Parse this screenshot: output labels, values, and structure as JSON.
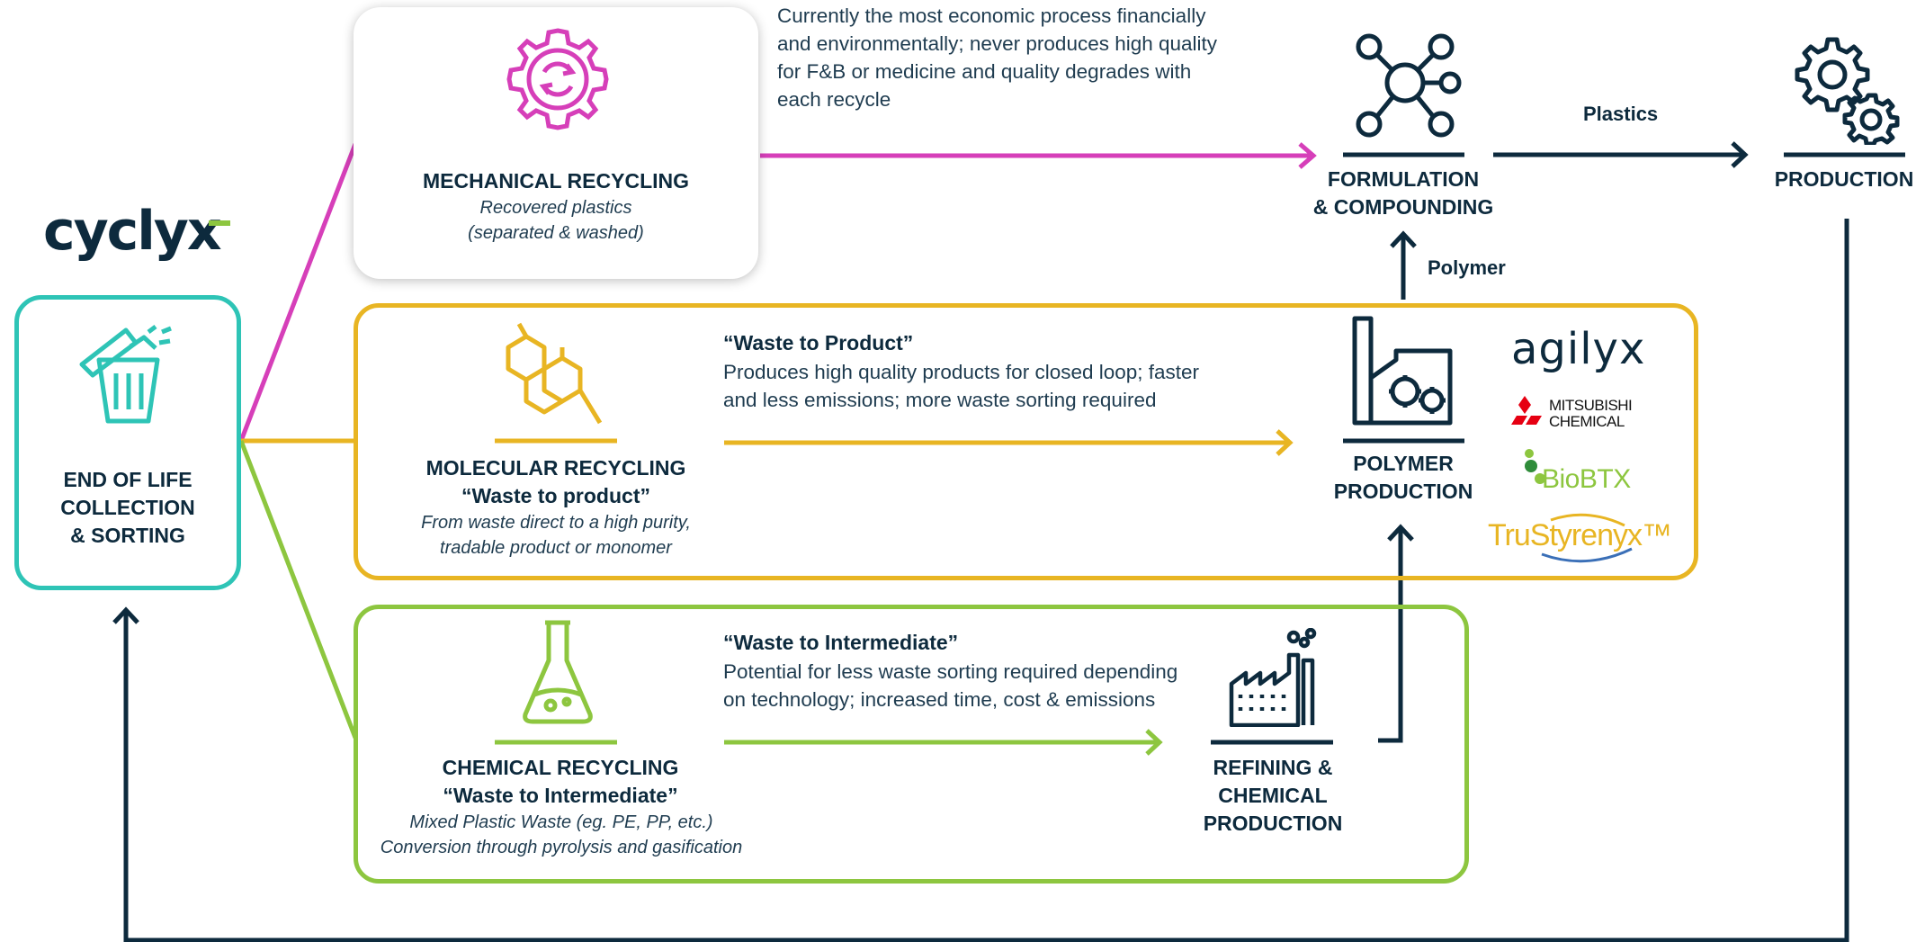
{
  "brand": {
    "name": "cyclyx"
  },
  "collection": {
    "title": "END OF LIFE\nCOLLECTION\n& SORTING",
    "icon": "recycle-bin-icon"
  },
  "mechanical": {
    "title": "MECHANICAL RECYCLING",
    "subtitle": "Recovered plastics\n(separated & washed)",
    "note": "Currently the most economic process financially\nand environmentally; never produces high quality\nfor F&B or medicine and quality degrades with\neach recycle",
    "icon": "gear-recycle-icon",
    "color": "#d63fb9"
  },
  "molecular": {
    "title": "MOLECULAR RECYCLING",
    "title2": "“Waste to product”",
    "subtitle": "From waste direct to a high purity,\ntradable product or monomer",
    "note_heading": "“Waste to Product”",
    "note": "Produces high quality products for closed loop; faster\nand less emissions; more waste sorting required",
    "icon": "molecule-icon",
    "color": "#e8b523"
  },
  "chemical": {
    "title": "CHEMICAL RECYCLING",
    "title2": "“Waste to Intermediate”",
    "subtitle": "Mixed Plastic Waste (eg. PE, PP, etc.)\nConversion through pyrolysis and gasification",
    "note_heading": "“Waste to Intermediate”",
    "note": "Potential for less waste sorting required depending\non technology; increased time, cost & emissions",
    "icon": "flask-icon",
    "color": "#8dc63f"
  },
  "formulation": {
    "title": "FORMULATION\n& COMPOUNDING",
    "icon": "network-hub-icon"
  },
  "production": {
    "title": "PRODUCTION",
    "icon": "gears-icon"
  },
  "polymer_production": {
    "title": "POLYMER\nPRODUCTION",
    "icon": "factory-gears-icon"
  },
  "refining": {
    "title": "REFINING &\nCHEMICAL\nPRODUCTION",
    "icon": "refinery-icon"
  },
  "flows": {
    "plastics": "Plastics",
    "polymer": "Polymer"
  },
  "partners": [
    "agilyx",
    "MITSUBISHI\nCHEMICAL",
    "BioBTX",
    "TruStyrenyx™"
  ],
  "colors": {
    "navy": "#0d2a3d",
    "teal": "#2ec4b6",
    "magenta": "#d63fb9",
    "yellow": "#e8b523",
    "green": "#8dc63f"
  }
}
